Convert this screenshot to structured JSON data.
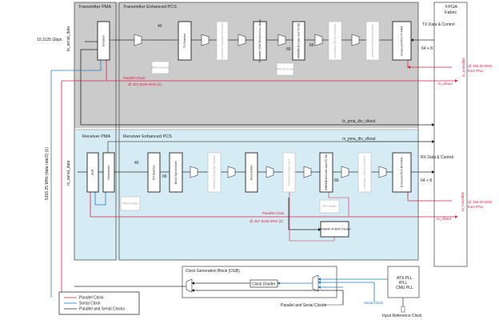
{
  "tx_pma": {
    "title": "Transmitter PMA",
    "serializer": "Serializer",
    "serial_data": "tx_serial_data",
    "rate": "10.3125 Gbps"
  },
  "tx_pcs": {
    "title": "Transmitter Enhanced PCS",
    "blocks": [
      "TX Gearbox",
      "Interlaken Disparity Generator",
      "Scrambler (Self Synchronous mode)",
      "64B/66B Encoder and TX SM",
      "Interlaken CRC32 Generator",
      "Interlaken Frame Generator",
      "Enhanced PCS TX FIFO"
    ],
    "prbs_generator": "PRBS Generator",
    "prp_generator": "PRP Generator",
    "width_40": "40",
    "width_66a": "66",
    "width_66b": "66",
    "parallel_clock": "Parallel Clock",
    "parallel_clock_freq": "@ 257.8125 MHz (2)",
    "data_control": "TX Data & Control",
    "data_width": "64 + 8",
    "coreclkin": "tx_coreclkin",
    "coreclk_freq": "@ 156.25 MHz",
    "coreclk_src": "from fPLL",
    "clkout": "tx_clkout",
    "pma_div_clkout": "tx_pma_div_clkout"
  },
  "rx_pma": {
    "title": "Receiver PMA",
    "cdr": "CDR",
    "deserializer": "Deserializer",
    "serial_data": "rx_serial_data",
    "side_clock": "5156.25 MHz (data rate/2) (1)"
  },
  "rx_pcs": {
    "title": "Receiver Enhanced PCS",
    "blocks": [
      "RX Gearbox",
      "Block Synchronizer",
      "Interlaken Disparity Checker",
      "Descrambler",
      "Interlaken Frame Sync",
      "64B/66B Decoder and RX SM",
      "Interlaken CRC32 Checker",
      "Enhanced PCS RX FIFO"
    ],
    "prbs_verifier": "PRBS Verifier",
    "prp_verifier": "PRP Verifier",
    "ber_checker": "10GBASE-R BER Checker",
    "width_40": "40",
    "width_66a": "66",
    "width_66b": "66",
    "parallel_clock": "Parallel Clock",
    "parallel_clock_freq": "@ 257.8125 MHz (2)",
    "data_control": "RX Data & Control",
    "data_width": "64 + 8",
    "coreclkin": "rx_coreclkin",
    "coreclk_freq": "@ 156.25 MHz",
    "coreclk_src": "from fPLL",
    "clkout": "rx_clkout",
    "pma_div_clkout": "rx_pma_div_clkout"
  },
  "fabric": {
    "title_line1": "FPGA",
    "title_line2": "Fabric"
  },
  "cgb": {
    "title": "Clock Generation Block (CGB)",
    "divider": "Clock Divider",
    "pll_lines": [
      "ATX PLL",
      "fPLL",
      "CMU PLL"
    ],
    "serial_clock": "Serial Clock",
    "par_ser_clocks": "Parallel and Serial Clocks",
    "ref_clock": "Input Reference Clock"
  },
  "legend": {
    "items": [
      "Parallel Clock",
      "Serial Clock",
      "Parallel and Serial Clocks"
    ]
  },
  "colors": {
    "tx_bg": "#cbcbcb",
    "rx_bg": "#d5ecf4",
    "parallel_clock": "#d8214a",
    "serial_clock": "#2b7bb9",
    "both": "#222222"
  }
}
